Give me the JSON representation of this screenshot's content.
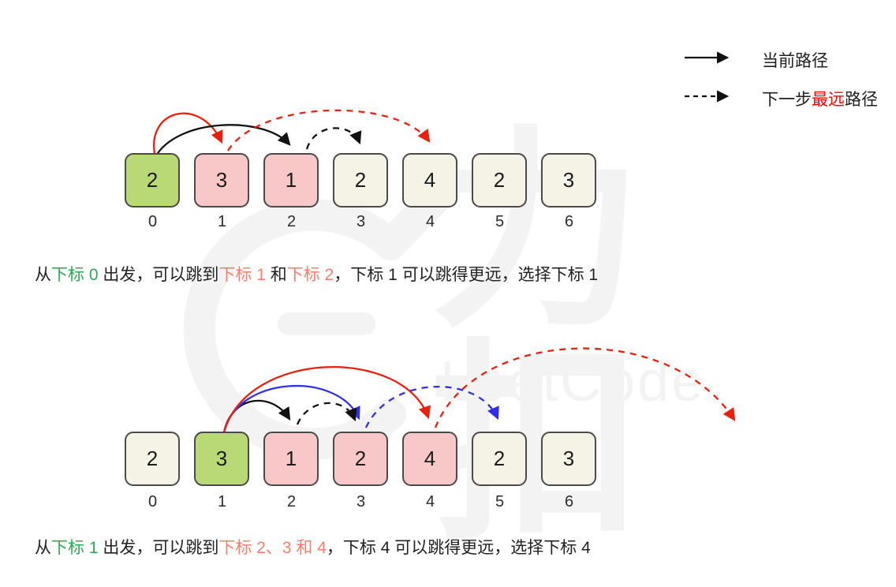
{
  "legend": {
    "current_path": {
      "label": "当前路径",
      "style": "solid",
      "color": "black"
    },
    "next_path": {
      "style": "dashed",
      "segments": [
        {
          "text": "下一步",
          "color": "black"
        },
        {
          "text": "最远",
          "color": "red"
        },
        {
          "text": "路径",
          "color": "black"
        }
      ]
    }
  },
  "diagram1": {
    "boxes": [
      {
        "value": "2",
        "color": "green"
      },
      {
        "value": "3",
        "color": "pink"
      },
      {
        "value": "1",
        "color": "pink"
      },
      {
        "value": "2",
        "color": "beige"
      },
      {
        "value": "4",
        "color": "beige"
      },
      {
        "value": "2",
        "color": "beige"
      },
      {
        "value": "3",
        "color": "beige"
      }
    ],
    "indices": [
      "0",
      "1",
      "2",
      "3",
      "4",
      "5",
      "6"
    ],
    "arrows": [
      {
        "from": 0,
        "to": 1,
        "color": "red",
        "style": "solid"
      },
      {
        "from": 0,
        "to": 2,
        "color": "black",
        "style": "solid"
      },
      {
        "from": 1,
        "to": 4,
        "color": "red",
        "style": "dashed"
      },
      {
        "from": 2,
        "to": 3,
        "color": "black",
        "style": "dashed"
      }
    ]
  },
  "caption1": {
    "segments": [
      {
        "text": "从",
        "color": "black"
      },
      {
        "text": "下标 0",
        "color": "green"
      },
      {
        "text": " 出发，可以跳到",
        "color": "black"
      },
      {
        "text": "下标 1",
        "color": "salmon"
      },
      {
        "text": " 和",
        "color": "black"
      },
      {
        "text": "下标 2",
        "color": "salmon"
      },
      {
        "text": "，下标 1 可以跳得更远，选择下标 1",
        "color": "black"
      }
    ]
  },
  "diagram2": {
    "boxes": [
      {
        "value": "2",
        "color": "beige"
      },
      {
        "value": "3",
        "color": "green"
      },
      {
        "value": "1",
        "color": "pink"
      },
      {
        "value": "2",
        "color": "pink"
      },
      {
        "value": "4",
        "color": "pink"
      },
      {
        "value": "2",
        "color": "beige"
      },
      {
        "value": "3",
        "color": "beige"
      }
    ],
    "indices": [
      "0",
      "1",
      "2",
      "3",
      "4",
      "5",
      "6"
    ],
    "arrows": [
      {
        "from": 1,
        "to": 2,
        "color": "black",
        "style": "solid"
      },
      {
        "from": 1,
        "to": 3,
        "color": "blue",
        "style": "solid"
      },
      {
        "from": 1,
        "to": 4,
        "color": "red",
        "style": "solid"
      },
      {
        "from": 2,
        "to": 3,
        "color": "black",
        "style": "dashed"
      },
      {
        "from": 3,
        "to": 5,
        "color": "blue",
        "style": "dashed"
      },
      {
        "from": 4,
        "to": 8,
        "color": "red",
        "style": "dashed"
      }
    ]
  },
  "caption2": {
    "segments": [
      {
        "text": "从",
        "color": "black"
      },
      {
        "text": "下标 1",
        "color": "green"
      },
      {
        "text": " 出发，可以跳到",
        "color": "black"
      },
      {
        "text": "下标 2、3 和 4",
        "color": "salmon"
      },
      {
        "text": "，下标 4 可以跳得更远，选择下标 4",
        "color": "black"
      }
    ]
  },
  "watermark": {
    "logo_text": "力扣",
    "brand_text": "LeetCode"
  },
  "colors": {
    "green_box": "#b9d977",
    "pink_box": "#f8c8c8",
    "beige_box": "#f5f2e6",
    "arrow_red": "#e8200e",
    "arrow_blue": "#3030e8",
    "arrow_black": "#111111",
    "text_green": "#2fa853",
    "text_salmon": "#fa7d6e",
    "legend_red": "#ff0000"
  }
}
